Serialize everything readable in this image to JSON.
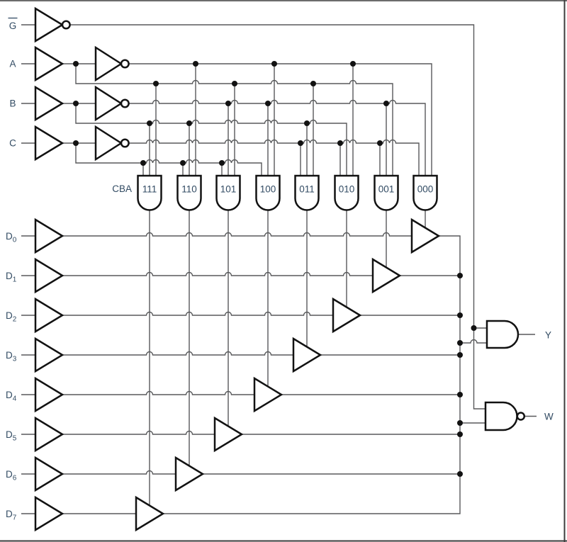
{
  "figure": {
    "kind": "8-to-1 multiplexer logic diagram",
    "cba_label": "CBA",
    "gate_codes": [
      "111",
      "110",
      "101",
      "100",
      "011",
      "010",
      "001",
      "000"
    ],
    "enable_input": {
      "label": "G",
      "overline": true
    },
    "select_inputs": [
      "A",
      "B",
      "C"
    ],
    "data_inputs": [
      {
        "main": "D",
        "sub": "0"
      },
      {
        "main": "D",
        "sub": "1"
      },
      {
        "main": "D",
        "sub": "2"
      },
      {
        "main": "D",
        "sub": "3"
      },
      {
        "main": "D",
        "sub": "4"
      },
      {
        "main": "D",
        "sub": "5"
      },
      {
        "main": "D",
        "sub": "6"
      },
      {
        "main": "D",
        "sub": "7"
      }
    ],
    "outputs": {
      "y": "Y",
      "w": "W"
    },
    "colors": {
      "background": "#ffffff",
      "wire": "#58595b",
      "shape_stroke": "#121212",
      "label_text": "#324b63",
      "frame_border": "#3c3c3c"
    }
  }
}
